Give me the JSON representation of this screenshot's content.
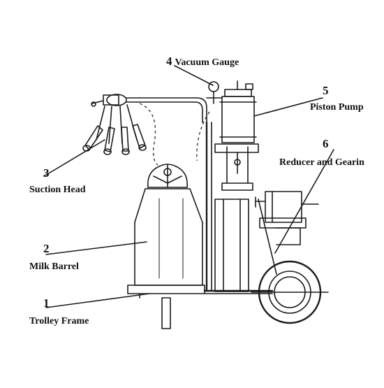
{
  "labels": [
    {
      "id": "vacuum-gauge",
      "number": "4",
      "name": "Vacuum Gauge"
    },
    {
      "id": "piston-pump",
      "number": "5",
      "name": "Piston Pump"
    },
    {
      "id": "reducer",
      "number": "6",
      "name": "Reducer and Gearin"
    },
    {
      "id": "suction-head",
      "number": "3",
      "name": "Suction Head"
    },
    {
      "id": "milk-barrel",
      "number": "2",
      "name": "Milk Barrel"
    },
    {
      "id": "trolley-frame",
      "number": "1",
      "name": "Trolley Frame"
    }
  ]
}
